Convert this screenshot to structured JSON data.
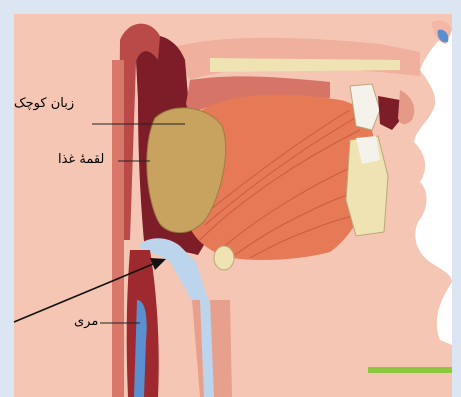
{
  "labels": {
    "uvula": "زبان کوچک",
    "food_bolus": "لقمهٔ غذا",
    "esophagus": "مری"
  },
  "colors": {
    "frame": "#dce6f2",
    "tissue_light": "#f6c6b4",
    "tissue_pink": "#e7a08d",
    "cavity_dark": "#7d1d27",
    "muscle": "#e67956",
    "bolus": "#c8a35f",
    "bone": "#efe3b4",
    "cartilage": "#bcd4ec",
    "accent_bar": "#8dc63f"
  }
}
